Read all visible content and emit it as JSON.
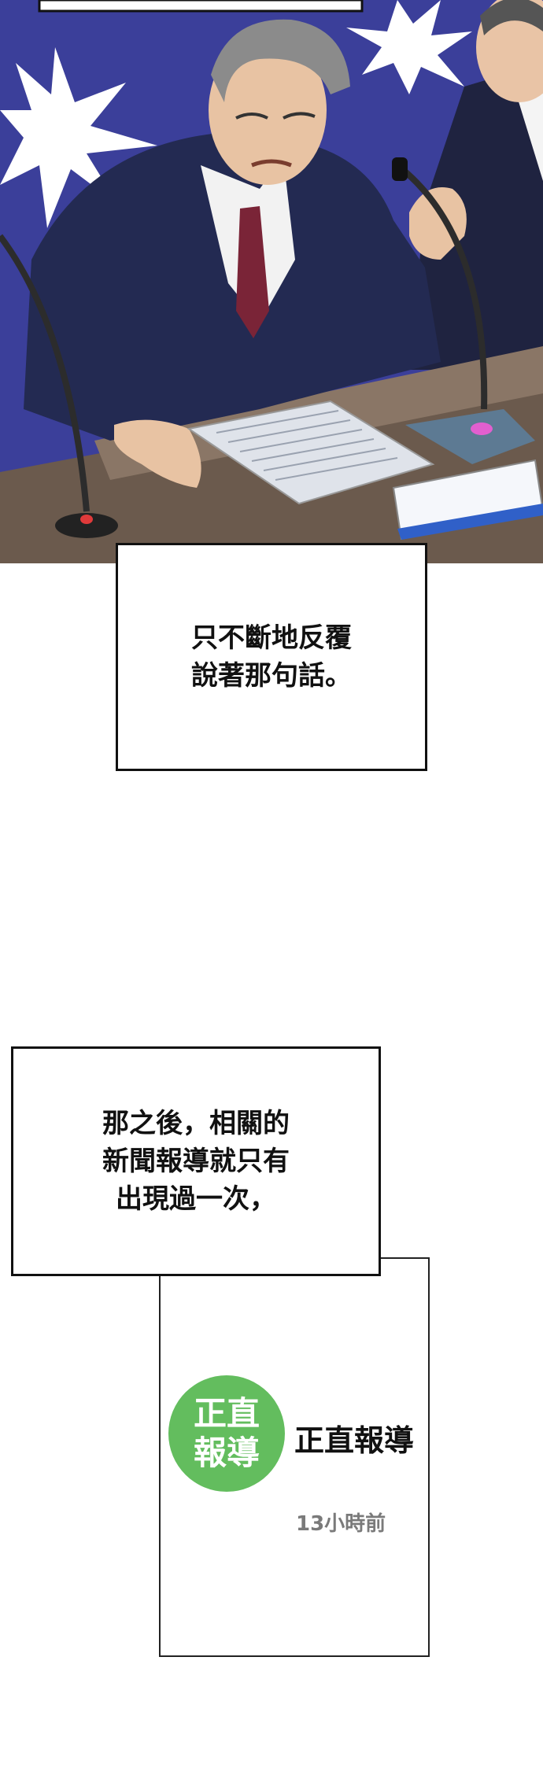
{
  "panel1": {
    "illustration": "press-conference-man-at-microphone"
  },
  "caption1": {
    "text": "只不斷地反覆\n說著那句話。"
  },
  "caption2": {
    "text": "那之後，相關的\n新聞報導就只有\n出現過一次，"
  },
  "news_card": {
    "badge_text": "正直\n報導",
    "badge_color": "#63bd5e",
    "source_name": "正直報導",
    "timestamp": "13小時前"
  }
}
